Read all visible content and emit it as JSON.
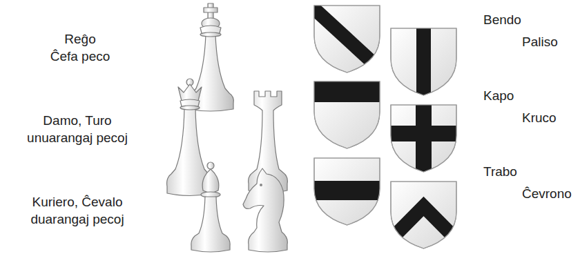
{
  "diagram": {
    "labels": [
      "Reĝo",
      "Ĉefa peco",
      "Damo, Turo",
      "unuarangaj pecoj",
      "Kuriero, Ĉevalo",
      "duarangaj pecoj",
      "Bendo",
      "Paliso",
      "Kapo",
      "Kruco",
      "Trabo",
      "Ĉevrono"
    ]
  }
}
